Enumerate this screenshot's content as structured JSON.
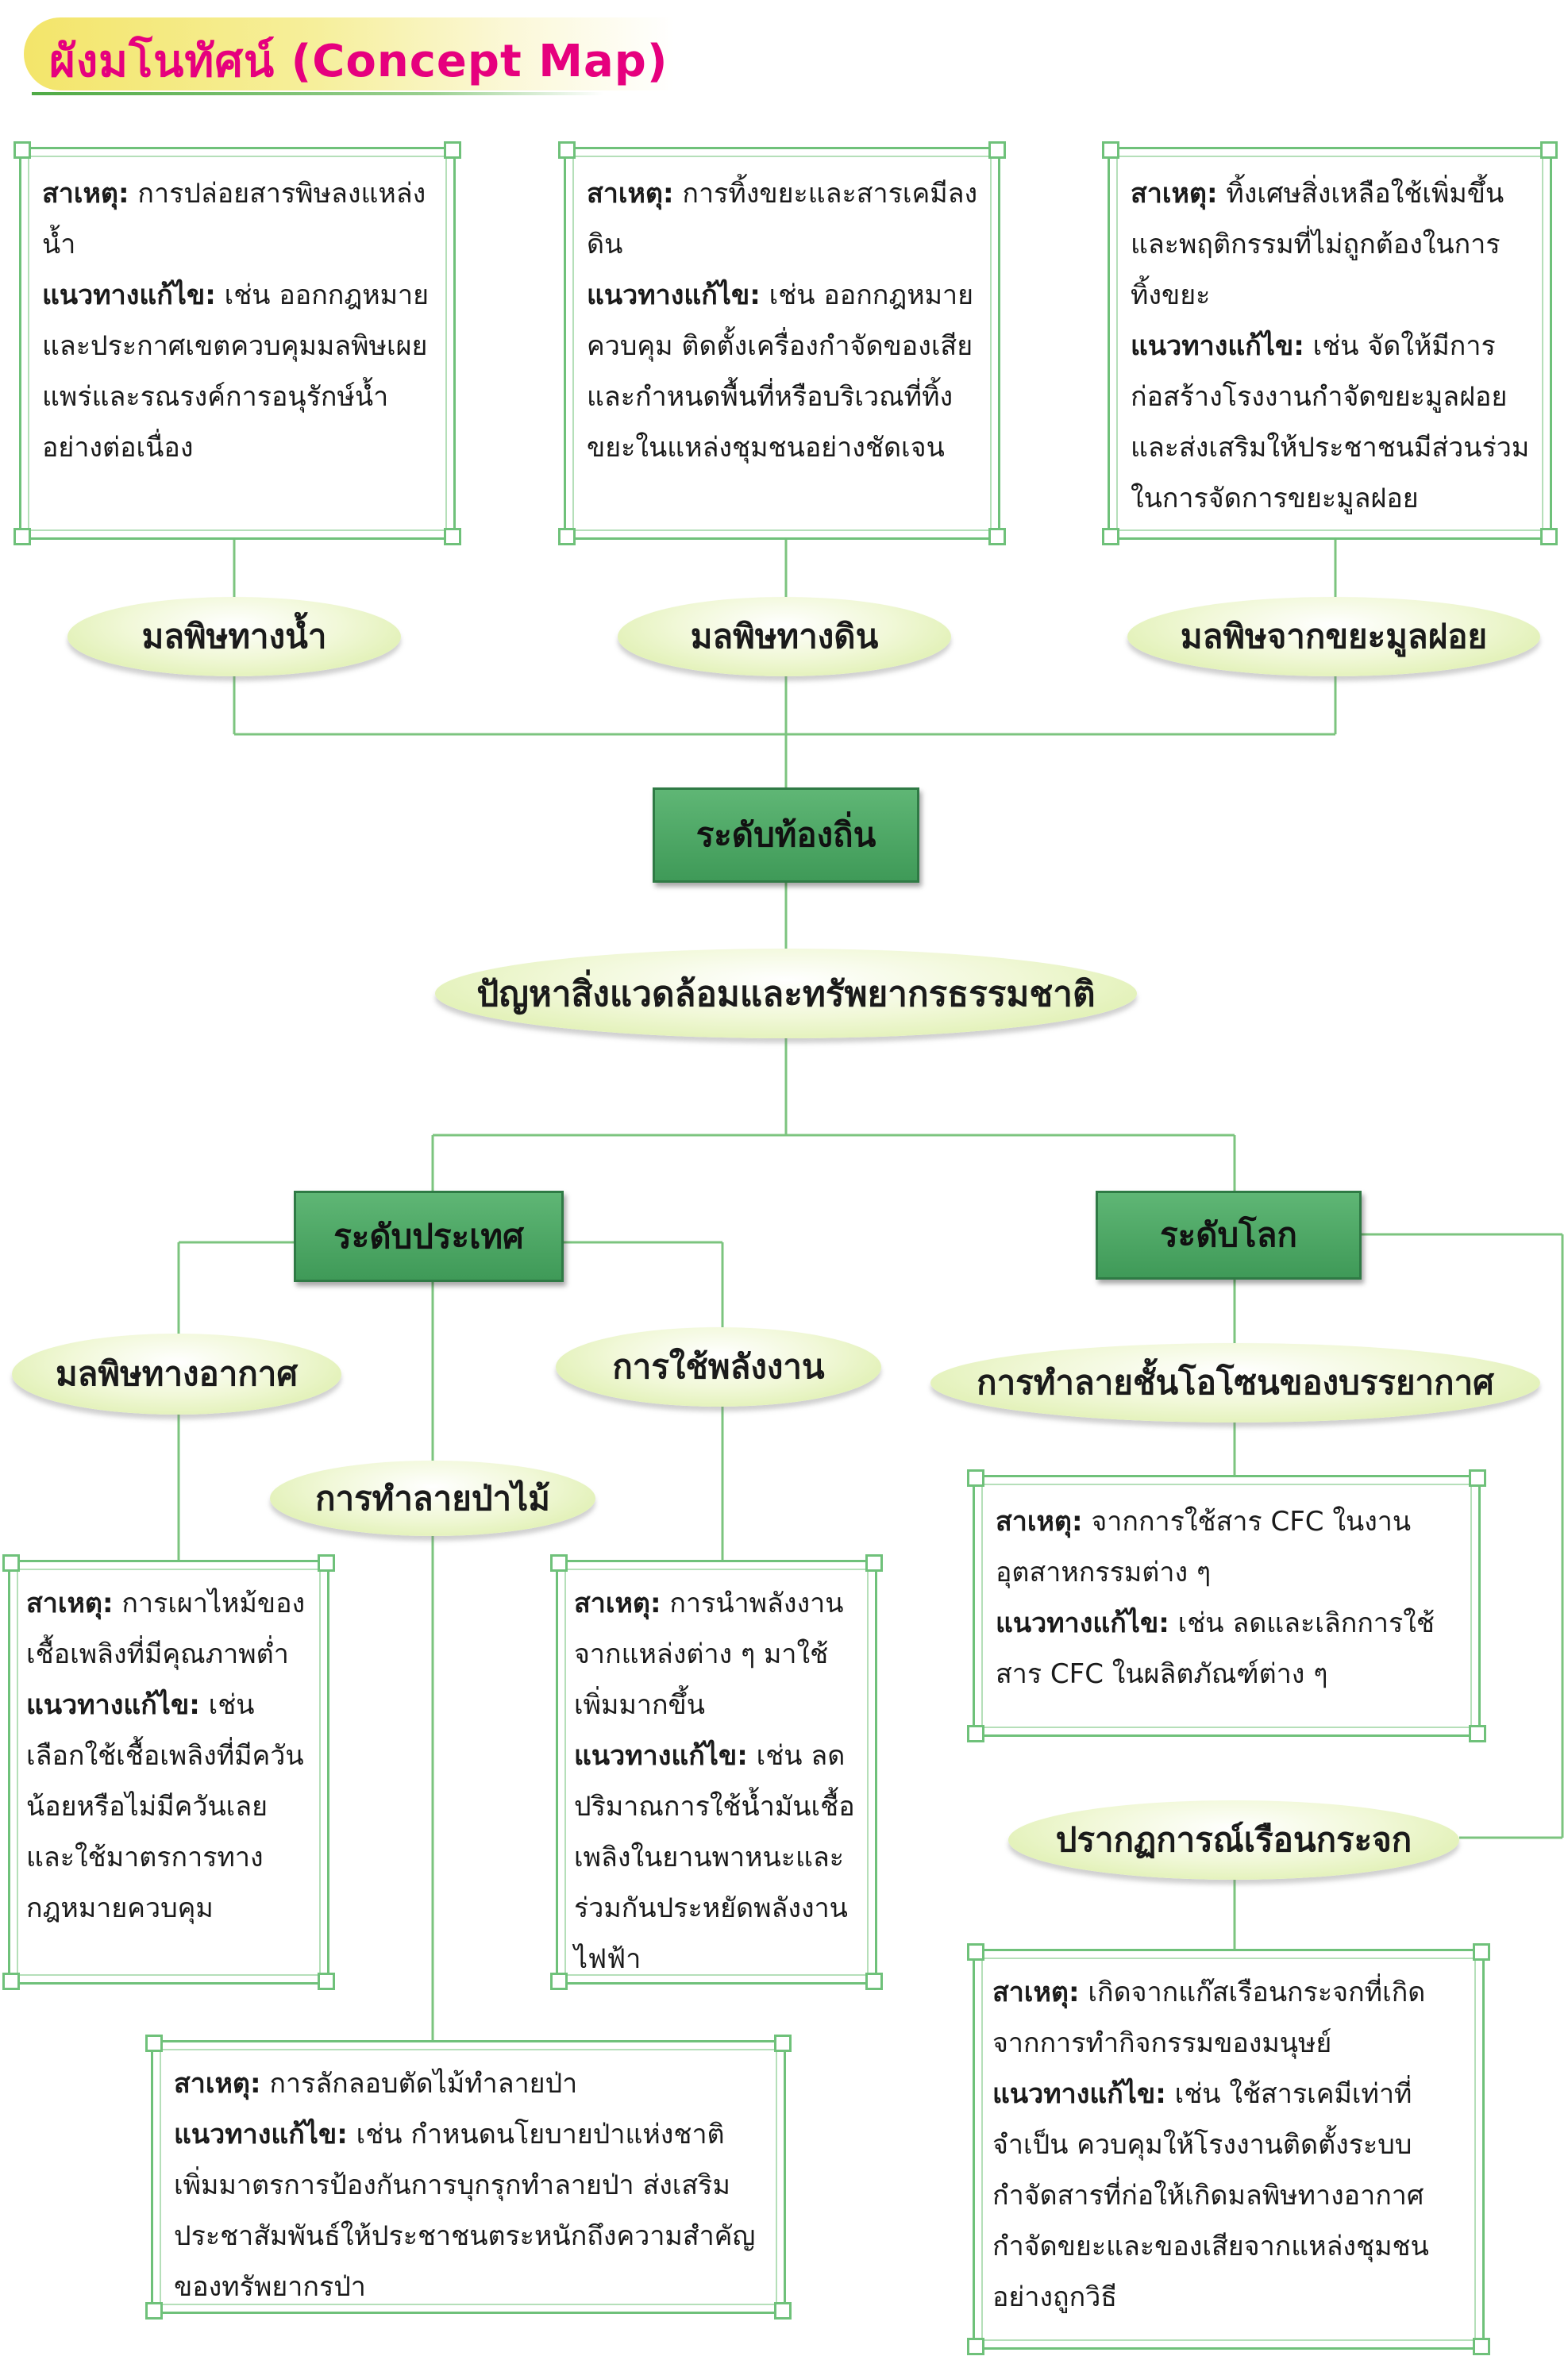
{
  "title": "ผังมโนทัศน์ (Concept Map)",
  "labels": {
    "cause": "สาเหตุ:",
    "solution": "แนวทางแก้ไข:"
  },
  "center": "ปัญหาสิ่งแวดล้อมและทรัพยากรธรรมชาติ",
  "levels": {
    "local": "ระดับท้องถิ่น",
    "national": "ระดับประเทศ",
    "global": "ระดับโลก"
  },
  "topics": {
    "water": "มลพิษทางน้ำ",
    "soil": "มลพิษทางดิน",
    "waste": "มลพิษจากขยะมูลฝอย",
    "air": "มลพิษทางอากาศ",
    "energy": "การใช้พลังงาน",
    "forest": "การทำลายป่าไม้",
    "ozone": "การทำลายชั้นโอโซนของบรรยากาศ",
    "greenhouse": "ปรากฏการณ์เรือนกระจก"
  },
  "boxes": {
    "water": {
      "cause": "การปล่อยสารพิษลงแหล่งน้ำ",
      "solution": "เช่น ออกกฎหมายและประกาศเขตควบคุมมลพิษเผยแพร่และรณรงค์การอนุรักษ์น้ำอย่างต่อเนื่อง"
    },
    "soil": {
      "cause": "การทิ้งขยะและสารเคมีลงดิน",
      "solution": "เช่น ออกกฎหมายควบคุม ติดตั้งเครื่องกำจัดของเสีย และกำหนดพื้นที่หรือบริเวณที่ทิ้งขยะในแหล่งชุมชนอย่างชัดเจน"
    },
    "waste": {
      "cause": "ทิ้งเศษสิ่งเหลือใช้เพิ่มขึ้นและพฤติกรรมที่ไม่ถูกต้องในการทิ้งขยะ",
      "solution": "เช่น จัดให้มีการก่อสร้างโรงงานกำจัดขยะมูลฝอยและส่งเสริมให้ประชาชนมีส่วนร่วมในการจัดการขยะมูลฝอย"
    },
    "air": {
      "cause": "การเผาไหม้ของเชื้อเพลิงที่มีคุณภาพต่ำ",
      "solution": "เช่น เลือกใช้เชื้อเพลิงที่มีควันน้อยหรือไม่มีควันเลย และใช้มาตรการทางกฎหมายควบคุม"
    },
    "energy": {
      "cause": "การนำพลังงานจากแหล่งต่าง ๆ มาใช้เพิ่มมากขึ้น",
      "solution": "เช่น ลดปริมาณการใช้น้ำมันเชื้อเพลิงในยานพาหนะและร่วมกันประหยัดพลังงานไฟฟ้า"
    },
    "forest": {
      "cause": "การลักลอบตัดไม้ทำลายป่า",
      "solution": "เช่น กำหนดนโยบายป่าแห่งชาติ เพิ่มมาตรการป้องกันการบุกรุกทำลายป่า ส่งเสริมประชาสัมพันธ์ให้ประชาชนตระหนักถึงความสำคัญของทรัพยากรป่า"
    },
    "ozone": {
      "cause": "จากการใช้สาร CFC ในงานอุตสาหกรรมต่าง ๆ",
      "solution": "เช่น ลดและเลิกการใช้สาร CFC ในผลิตภัณฑ์ต่าง ๆ"
    },
    "greenhouse": {
      "cause": "เกิดจากแก๊สเรือนกระจกที่เกิดจากการทำกิจกรรมของมนุษย์",
      "solution": "เช่น ใช้สารเคมีเท่าที่จำเป็น ควบคุมให้โรงงานติดตั้งระบบกำจัดสารที่ก่อให้เกิดมลพิษทางอากาศ กำจัดขยะและของเสียจากแหล่งชุมชนอย่างถูกวิธี"
    }
  }
}
